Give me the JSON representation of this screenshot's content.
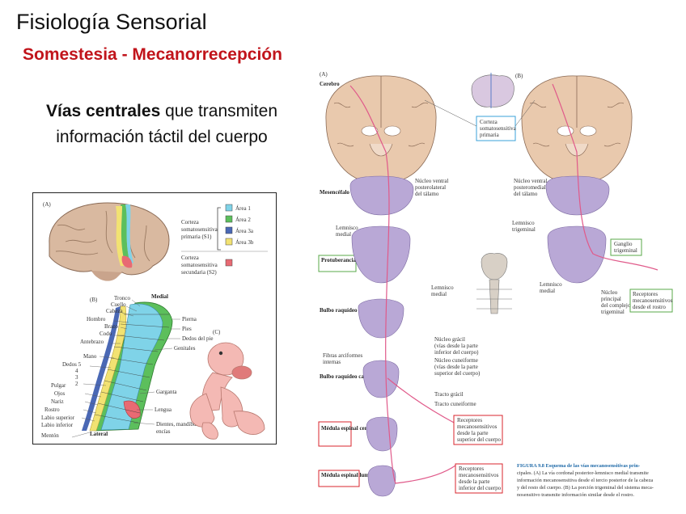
{
  "slide": {
    "title": "Fisiología Sensorial",
    "subtitle": "Somestesia - Mecanorrecepción",
    "intro_bold": "Vías centrales",
    "intro_rest_1": " que transmiten",
    "intro_line_2": "información táctil del cuerpo"
  },
  "left_figure": {
    "panel_a": "(A)",
    "panel_b": "(B)",
    "panel_c": "(C)",
    "legend": {
      "s1_label": [
        "Corteza",
        "somatosensitiva",
        "primaria (S1)"
      ],
      "s2_label": [
        "Corteza",
        "somatosensitiva",
        "secundaria (S2)"
      ],
      "areas": [
        {
          "label": "Área 1",
          "color": "#7fd3e8"
        },
        {
          "label": "Área 2",
          "color": "#5cbf5c"
        },
        {
          "label": "Área 3a",
          "color": "#4a68b5"
        },
        {
          "label": "Área 3b",
          "color": "#f2e272"
        }
      ],
      "s2_color": "#e86a73"
    },
    "medial": "Medial",
    "lateral": "Lateral",
    "body_parts_left": [
      "Tronco",
      "Cuello",
      "Cabeza",
      "Hombro",
      "Brazo",
      "Codo",
      "Antebrazo",
      "Mano",
      "Dedos 5",
      "4",
      "3",
      "2",
      "Pulgar",
      "Ojos",
      "Nariz",
      "Rostro",
      "Labio superior",
      "Labio inferior",
      "Mentón"
    ],
    "body_parts_right": [
      "Pierna",
      "Pies",
      "Dedos del pie",
      "Genitales",
      "Garganta",
      "Lengua",
      "Dientes, mandíbula,",
      "encías"
    ]
  },
  "right_figure": {
    "panel_a": "(A)",
    "panel_b": "(B)",
    "levels": [
      "Cerebro",
      "Mesencéfalo",
      "Protuberancia media",
      "Bulbo raquídeo rostral",
      "Bulbo raquídeo caudal",
      "Médula espinal cervical",
      "Médula espinal lumbar"
    ],
    "labels_a": {
      "corteza": [
        "Corteza",
        "somatosensitiva",
        "primaria"
      ],
      "nucleo_vpl": [
        "Núcleo ventral",
        "posterolateral",
        "del tálamo"
      ],
      "lemnisco_medial": [
        "Lemnisco",
        "medial"
      ],
      "lemnisco_medial_2": [
        "Lemnisco",
        "medial"
      ],
      "nucleo_gracil": [
        "Núcleo grácil",
        "(vías desde la parte",
        "inferior del cuerpo)"
      ],
      "fibras": [
        "Fibras arciformes",
        "internas"
      ],
      "nucleo_cuneiforme": [
        "Núcleo cuneiforme",
        "(vías desde la parte",
        "superior del cuerpo)"
      ],
      "tracto_gracil": "Tracto grácil",
      "tracto_cuneiforme": "Tracto cuneiforme",
      "receptores_sup": [
        "Receptores",
        "mecanosensitivos",
        "desde la parte",
        "superior del cuerpo"
      ],
      "receptores_inf": [
        "Receptores",
        "mecanosensitivos",
        "desde la parte",
        "inferior del cuerpo"
      ]
    },
    "labels_b": {
      "nucleo_vpm": [
        "Núcleo ventral",
        "posteromedial",
        "del tálamo"
      ],
      "lemnisco_trigeminal": [
        "Lemnisco",
        "trigeminal"
      ],
      "ganglio": [
        "Ganglio",
        "trigeminal"
      ],
      "lemnisco_medial": [
        "Lemnisco",
        "medial"
      ],
      "nucleo_principal": [
        "Núcleo",
        "principal",
        "del complejo",
        "trigeminal"
      ],
      "receptores_rostro": [
        "Receptores",
        "mecanosensitivos",
        "desde el rostro"
      ]
    },
    "caption": [
      "FIGURA 9.8 Esquema de las vías mecanosensitivas prin-",
      "cipales. (A) La vía cordonal posterior-lemnisco medial transmite",
      "información mecanosensitiva desde el tercio posterior de la cabeza",
      "y del resto del cuerpo. (B) La porción trigeminal del sistema meca-",
      "nosensitivo transmite información similar desde el rostro."
    ],
    "colors": {
      "pathway": "#e05a8a",
      "green_box": "#5aa84a",
      "blue_box": "#3aa0d8",
      "red_box": "#d8242c",
      "brain": "#e9c9ad",
      "stain": "#b9a8d6"
    }
  }
}
